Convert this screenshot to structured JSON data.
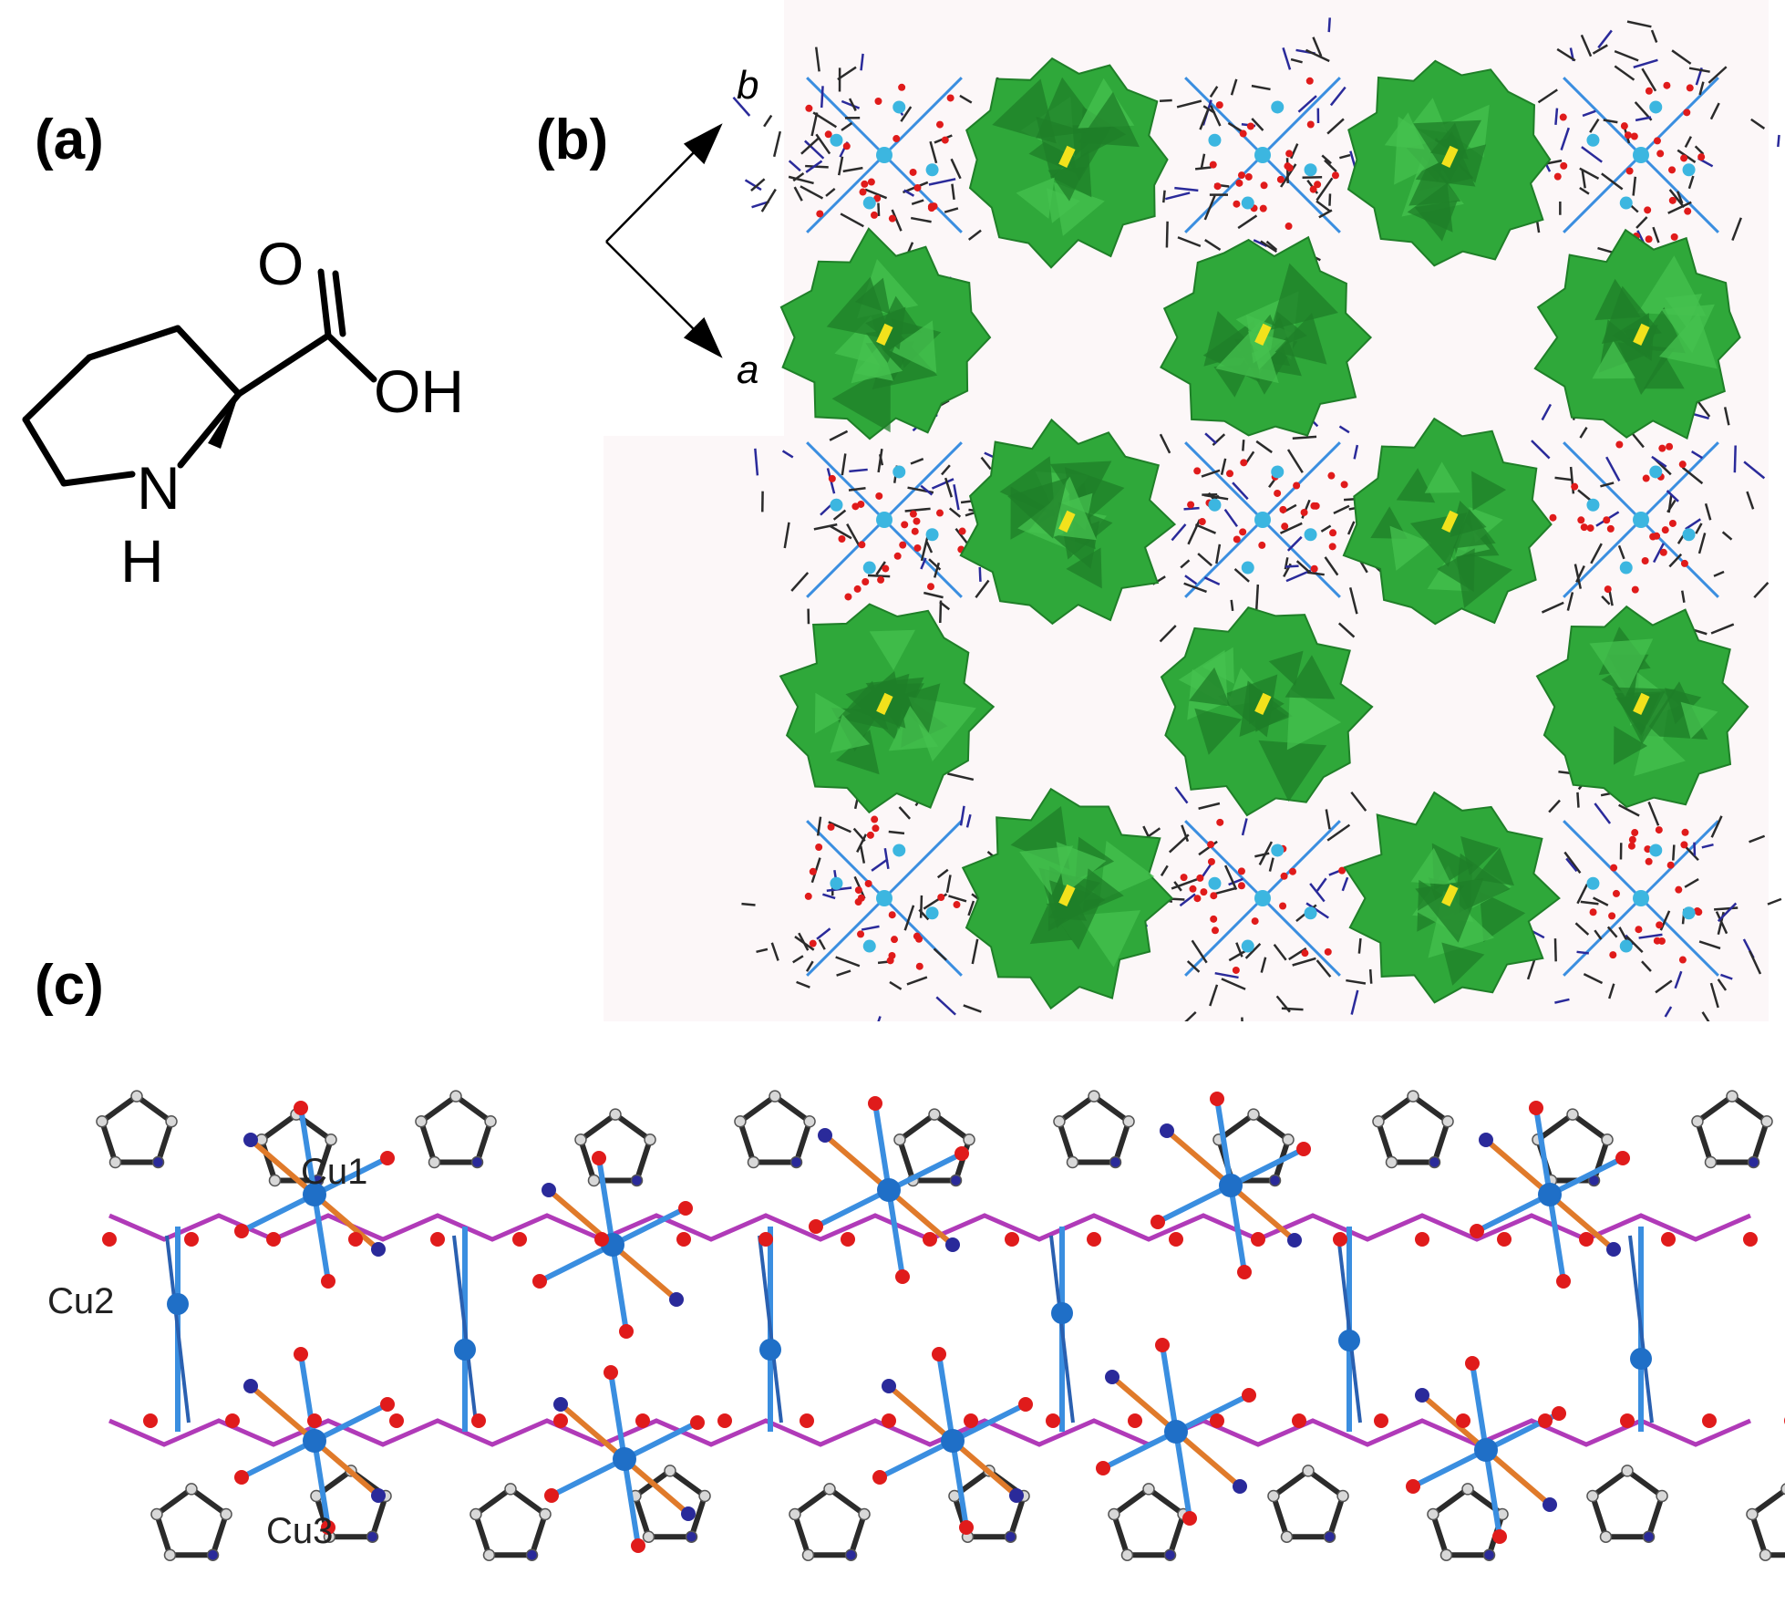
{
  "panels": {
    "a": {
      "label": "(a)"
    },
    "b": {
      "label": "(b)"
    },
    "c": {
      "label": "(c)"
    }
  },
  "molecule": {
    "atoms": {
      "carbonyl_o": "O",
      "hydroxyl": "OH",
      "ring_n": "N",
      "ring_nh_h": "H"
    }
  },
  "axes": {
    "b": "b",
    "a": "a"
  },
  "copper_labels": {
    "cu1": "Cu1",
    "cu2": "Cu2",
    "cu3": "Cu3"
  },
  "colors": {
    "polyhedron": "#2fa83a",
    "polyhedron_dark": "#1f7f28",
    "copper": "#1f6fc7",
    "copper_bond": "#3a8ee0",
    "oxygen": "#e01b1b",
    "nitrogen": "#2a2a9a",
    "carbon": "#2b2b2b",
    "carbon_ball": "#d8d8d8",
    "carboxylate_bond": "#b03ab8",
    "n_cu_bond": "#e07a2a",
    "heteroatom": "#f2e21c"
  }
}
